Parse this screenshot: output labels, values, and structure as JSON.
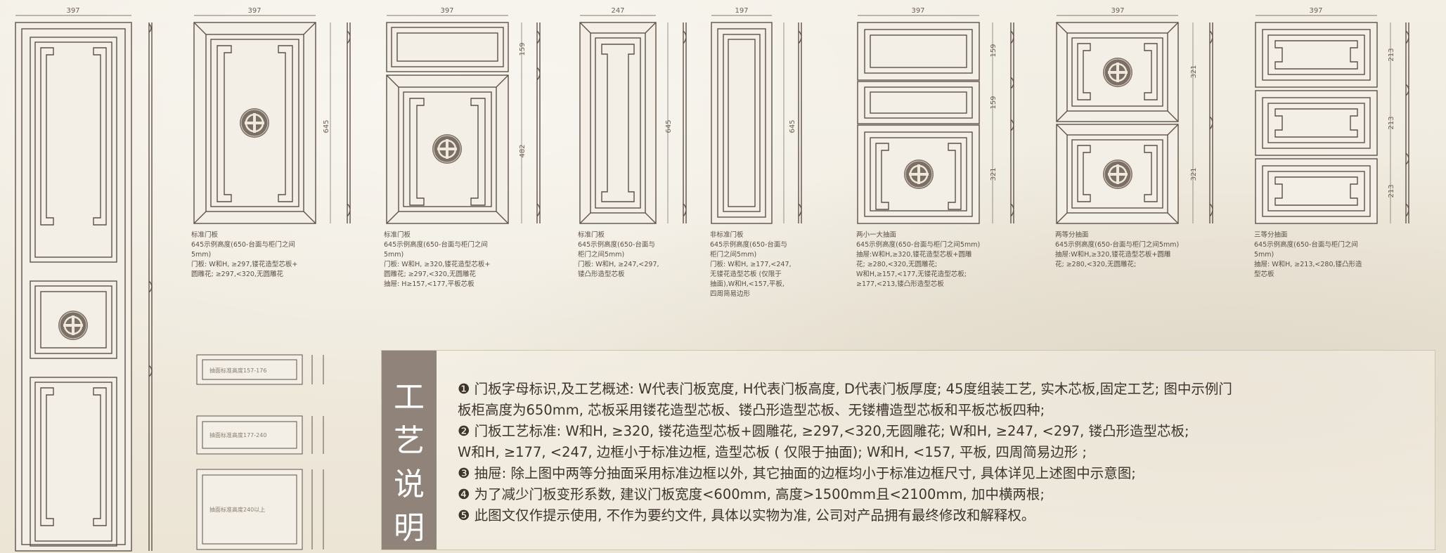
{
  "dims": {
    "tall_width": "397",
    "p1_width": "397",
    "p1_height": "645",
    "p2_width": "397",
    "p2_top": "159",
    "p2_bottom": "482",
    "p3_width": "247",
    "p3_height": "645",
    "p4_width": "197",
    "p4_height": "645",
    "p5_width": "397",
    "p5_h1": "159",
    "p5_h2": "159",
    "p5_h3": "321",
    "p6_width": "397",
    "p6_h1": "321",
    "p6_h2": "321",
    "p7_width": "397",
    "p7_h1": "213",
    "p7_h2": "213",
    "p7_h3": "213"
  },
  "captions": [
    {
      "lines": [
        "标准门板",
        "645示例高度(650-台面与柜门之间",
        "5mm)",
        "门板: W和H, ≥297,镂花造型芯板+",
        "圆雕花; ≥297,<320,无圆雕花"
      ]
    },
    {
      "lines": [
        "标准门板",
        "645示例高度(650-台面与柜门之间",
        "5mm)",
        "门板: W和H, ≥320,镂花造型芯板+",
        "圆雕花; ≥297,<320,无圆雕花",
        "抽屉: H≥157,<177,平板芯板"
      ]
    },
    {
      "lines": [
        "标准门板",
        "645示例高度(650-台面与",
        "柜门之间5mm)",
        "门板: W和H, ≥247,<297,",
        "镂凸形造型芯板"
      ]
    },
    {
      "lines": [
        "非标准门板",
        "645示例高度(650-台面与",
        "柜门之间5mm)",
        "门板: W和H, ≥177,<247,",
        "无镂花造型芯板 (仅限于",
        "抽面),W和H,<157,平板,",
        "四周简易边形"
      ]
    },
    {
      "lines": [
        "两小一大抽面",
        "645示例高度(650-台面与柜门之间5mm)",
        "抽屉:W和H,≥320,镂花造型芯板+圆雕",
        "花; ≥280,<320,无圆雕花;",
        "W和H,≥157,<177,无镂花造型芯板;",
        "≥177,<213,镂凸形造型芯板"
      ]
    },
    {
      "lines": [
        "两等分抽面",
        "645示例高度(650-台面与柜门之间5mm)",
        "抽屉:W和H,≥320,镂花造型芯板+圆雕",
        "花; ≥280,<320,无圆雕花;"
      ]
    },
    {
      "lines": [
        "三等分抽面",
        "645示例高度(650-台面与柜门之间",
        "5mm)",
        "抽屉: W和H, ≥213,<280,镂凸形造",
        "型芯板"
      ]
    }
  ],
  "notes": {
    "heading": [
      "工",
      "艺",
      "说",
      "明"
    ],
    "lines": [
      "❶ 门板字母标识,及工艺概述: W代表门板宽度, H代表门板高度, D代表门板厚度; 45度组装工艺, 实木芯板,固定工艺; 图中示例门",
      "板柜高度为650mm, 芯板采用镂花造型芯板、镂凸形造型芯板、无镂槽造型芯板和平板芯板四种;",
      "❷ 门板工艺标准: W和H, ≥320, 镂花造型芯板+圆雕花, ≥297,<320,无圆雕花; W和H, ≥247, <297, 镂凸形造型芯板;",
      "W和H, ≥177, <247, 边框小于标准边框, 造型芯板 ( 仅限于抽面); W和H, <157, 平板, 四周简易边形 ;",
      "❸ 抽屉: 除上图中两等分抽面采用标准边框以外, 其它抽面的边框均小于标准边框尺寸, 具体详见上述图中示意图;",
      "❹ 为了减少门板变形系数, 建议门板宽度<600mm, 高度>1500mm且<2100mm, 加中横两根;",
      "❺ 此图文仅作提示使用, 不作为要约文件, 具体以实物为准, 公司对产品拥有最终修改和解释权。"
    ]
  },
  "side_boxes": [
    "抽面标准高度157-176",
    "抽面标准高度177-240",
    "抽面标准高度240以上"
  ]
}
